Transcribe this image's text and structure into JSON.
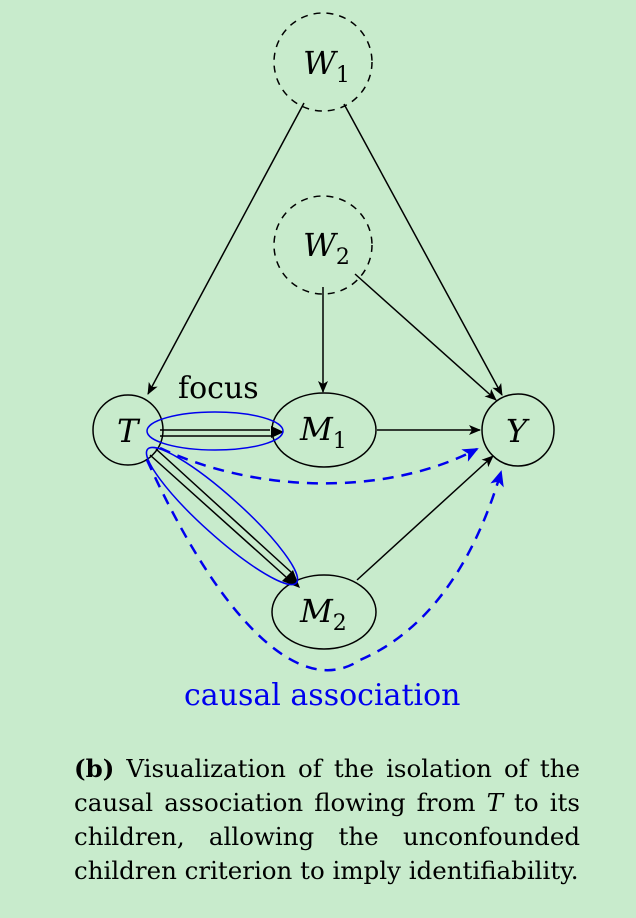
{
  "diagram": {
    "nodes": {
      "W1": {
        "letter": "W",
        "sub": "1"
      },
      "W2": {
        "letter": "W",
        "sub": "2"
      },
      "T": {
        "letter": "T",
        "sub": ""
      },
      "M1": {
        "letter": "M",
        "sub": "1"
      },
      "M2": {
        "letter": "M",
        "sub": "2"
      },
      "Y": {
        "letter": "Y",
        "sub": ""
      }
    },
    "labels": {
      "focus": "focus",
      "causal_association": "causal association"
    },
    "colors": {
      "background": "#c8ebcc",
      "edge": "#000000",
      "highlight": "#0000ee"
    }
  },
  "caption": {
    "lead": "(b)",
    "part1": "Visualization of the isolation of the causal association flowing from",
    "variable": "T",
    "part2": "to its children, allowing the unconfounded children criterion to imply identifiability."
  }
}
